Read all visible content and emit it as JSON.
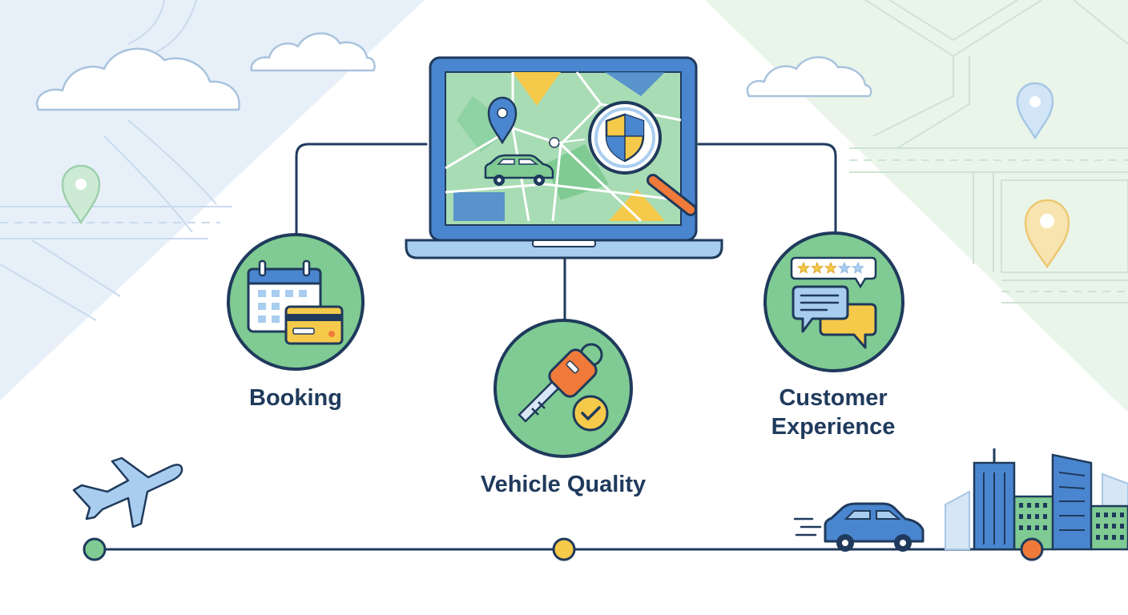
{
  "labels": {
    "booking": "Booking",
    "vehicle_quality": "Vehicle Quality",
    "customer_experience_line1": "Customer",
    "customer_experience_line2": "Experience"
  },
  "rating": {
    "stars_filled": 3,
    "stars_total": 5
  },
  "colors": {
    "navy": "#1f3a5c",
    "green_fill": "#7fcb93",
    "blue": "#4a86cf",
    "light_blue": "#a9cdef",
    "yellow": "#f5c94a",
    "orange": "#f07a3a",
    "map_green": "#a8dcb4",
    "bg_blue": "#e7f0f9",
    "bg_green": "#eaf5ea"
  },
  "timeline": {
    "milestone_colors": [
      "#7fcb93",
      "#f5c94a",
      "#f07a3a"
    ]
  }
}
